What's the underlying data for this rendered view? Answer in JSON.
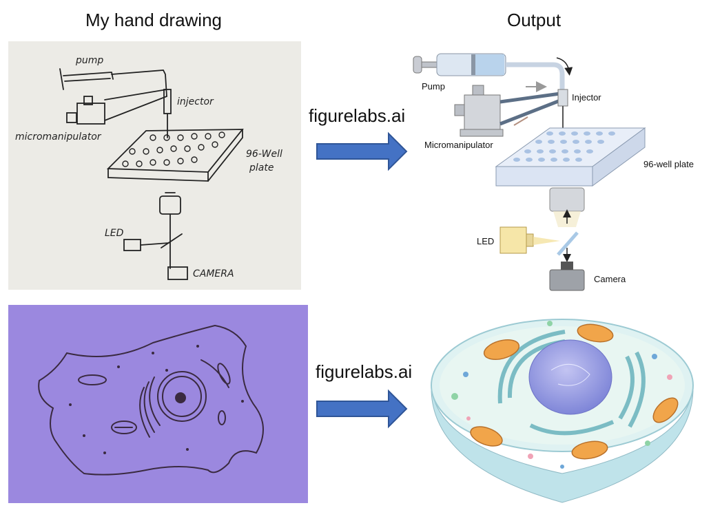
{
  "headers": {
    "left": "My hand drawing",
    "right": "Output"
  },
  "arrows": [
    {
      "label": "figurelabs.ai"
    },
    {
      "label": "figurelabs.ai"
    }
  ],
  "hand_sketch_1": {
    "labels": [
      "pump",
      "injector",
      "micromanipulator",
      "96-Well",
      "plate",
      "LED",
      "CAMERA"
    ]
  },
  "output_1": {
    "labels": {
      "pump": "Pump",
      "injector": "Injector",
      "micromanipulator": "Micromanipulator",
      "plate": "96-well plate",
      "led": "LED",
      "camera": "Camera"
    }
  },
  "colors": {
    "arrow": "#4472c4",
    "arrow_edge": "#2f5597",
    "sketch_paper": "#ece9e3",
    "purple_paper": "#9a86de"
  }
}
